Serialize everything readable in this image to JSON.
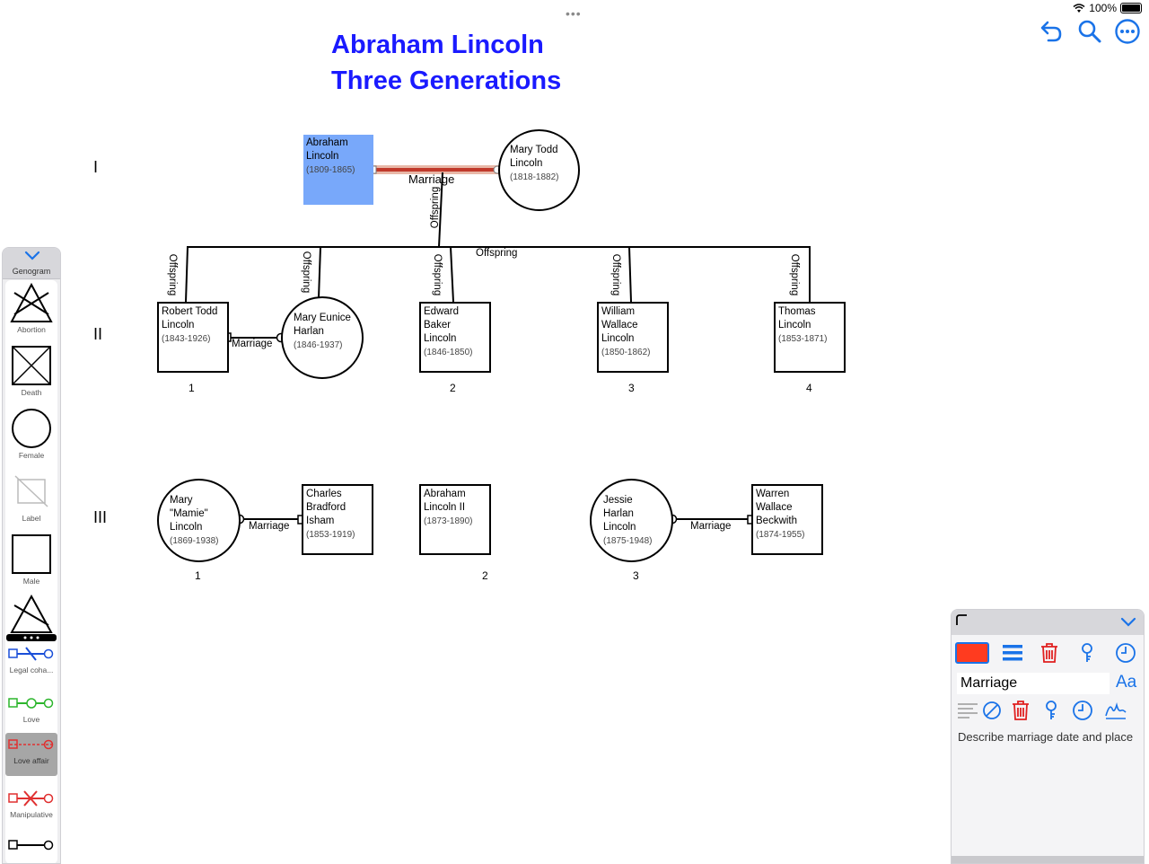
{
  "status": {
    "battery": "100%"
  },
  "title": {
    "line1": "Abraham Lincoln",
    "line2": "Three Generations"
  },
  "toolbar": {
    "undo_icon": "undo-icon",
    "search_icon": "search-icon",
    "more_icon": "more-icon"
  },
  "generations": {
    "g1": "I",
    "g2": "II",
    "g3": "III"
  },
  "people": {
    "abraham": {
      "name1": "Abraham",
      "name2": "Lincoln",
      "dates": "(1809-1865)"
    },
    "mary_todd": {
      "name1": "Mary Todd",
      "name2": "Lincoln",
      "dates": "(1818-1882)"
    },
    "robert": {
      "name1": "Robert Todd",
      "name2": "Lincoln",
      "dates": "(1843-1926)"
    },
    "mary_eunice": {
      "name1": "Mary Eunice",
      "name2": "Harlan",
      "dates": "(1846-1937)"
    },
    "edward": {
      "name1": "Edward Baker",
      "name2": "Lincoln",
      "dates": "(1846-1850)"
    },
    "william": {
      "name1": "William",
      "name2": "Wallace",
      "name3": "Lincoln",
      "dates": "(1850-1862)"
    },
    "thomas": {
      "name1": "Thomas",
      "name2": "Lincoln",
      "dates": "(1853-1871)"
    },
    "mamie": {
      "name1": "Mary",
      "name2": "\"Mamie\"",
      "name3": "Lincoln",
      "dates": "(1869-1938)"
    },
    "charles": {
      "name1": "Charles",
      "name2": "Bradford",
      "name3": "Isham",
      "dates": "(1853-1919)"
    },
    "abraham2": {
      "name1": "Abraham",
      "name2": "Lincoln II",
      "dates": "(1873-1890)"
    },
    "jessie": {
      "name1": "Jessie",
      "name2": "Harlan",
      "name3": "Lincoln",
      "dates": "(1875-1948)"
    },
    "warren": {
      "name1": "Warren",
      "name2": "Wallace",
      "name3": "Beckwith",
      "dates": "(1874-1955)"
    }
  },
  "edges": {
    "marriage": "Marriage",
    "offspring": "Offspring"
  },
  "numbers": {
    "g2": [
      "1",
      "2",
      "3",
      "4"
    ],
    "g3": [
      "1",
      "2",
      "3"
    ]
  },
  "palette": {
    "header": "Genogram",
    "items": [
      "Abortion",
      "Death",
      "Female",
      "Label",
      "Male",
      "Legal coha...",
      "Love",
      "Love affair",
      "Manipulative"
    ]
  },
  "inspector": {
    "name_value": "Marriage",
    "font_button": "Aa",
    "description": "Describe marriage date and place",
    "color": "#ff3b1f"
  }
}
